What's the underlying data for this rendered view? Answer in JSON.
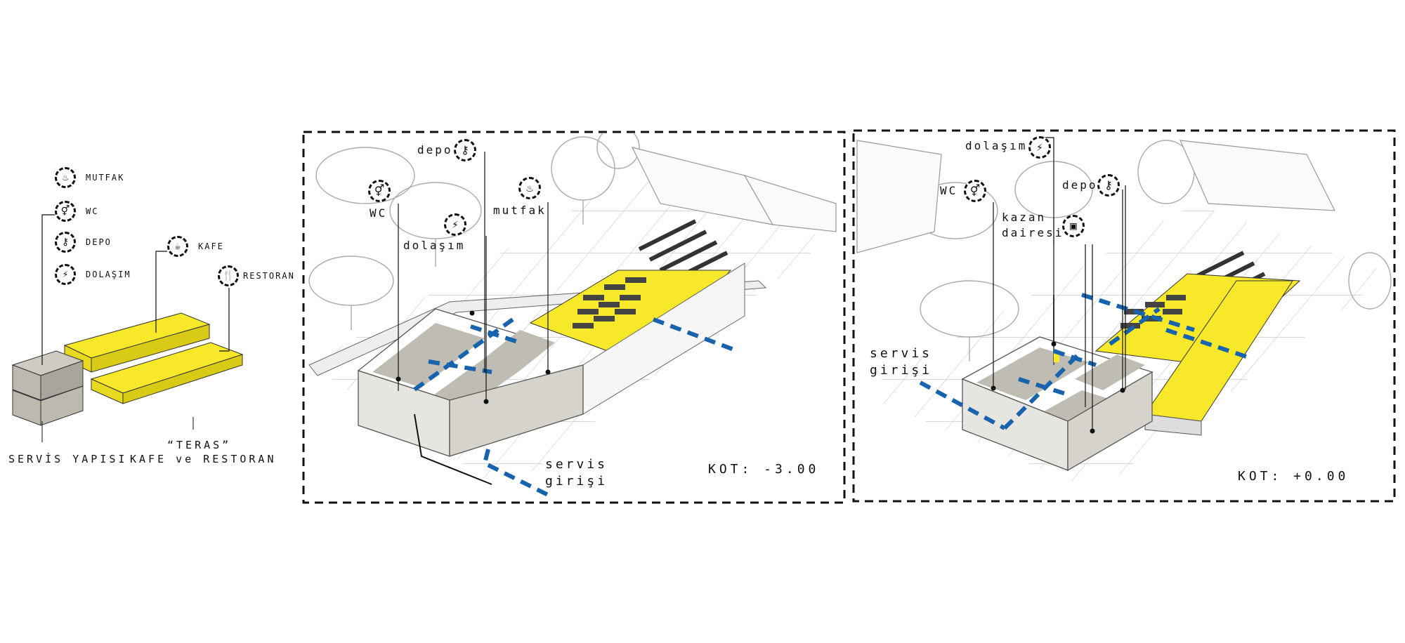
{
  "legend": {
    "items": [
      {
        "label": "MUTFAK",
        "icon": "cooking-pot-icon"
      },
      {
        "label": "WC",
        "icon": "restroom-icon"
      },
      {
        "label": "DEPO",
        "icon": "key-icon"
      },
      {
        "label": "DOLAŞIM",
        "icon": "stairs-icon"
      }
    ],
    "kafe": {
      "label": "KAFE",
      "icon": "coffee-cup-icon"
    },
    "restoran": {
      "label": "RESTORAN",
      "icon": "cutlery-icon"
    },
    "servis_yapisi": "SERVİS YAPISI",
    "teras_line1": "“TERAS”",
    "teras_line2": "KAFE ve RESTORAN"
  },
  "panel_lower": {
    "kot": "KOT: -3.00",
    "labels": {
      "depo": "depo",
      "wc": "WC",
      "mutfak": "mutfak",
      "dolasim": "dolaşım",
      "servis": "servis",
      "girisi": "girişi"
    }
  },
  "panel_upper": {
    "kot": "KOT: +0.00",
    "labels": {
      "dolasim": "dolaşım",
      "wc": "WC",
      "depo": "depo",
      "kazan": "kazan",
      "dairesi": "dairesi",
      "servis": "servis",
      "girisi": "girişi"
    }
  },
  "colors": {
    "highlight_yellow": "#f7e82a",
    "circulation_blue": "#1763ad",
    "room_grey": "#c9c6bd",
    "frame_black": "#111111"
  }
}
